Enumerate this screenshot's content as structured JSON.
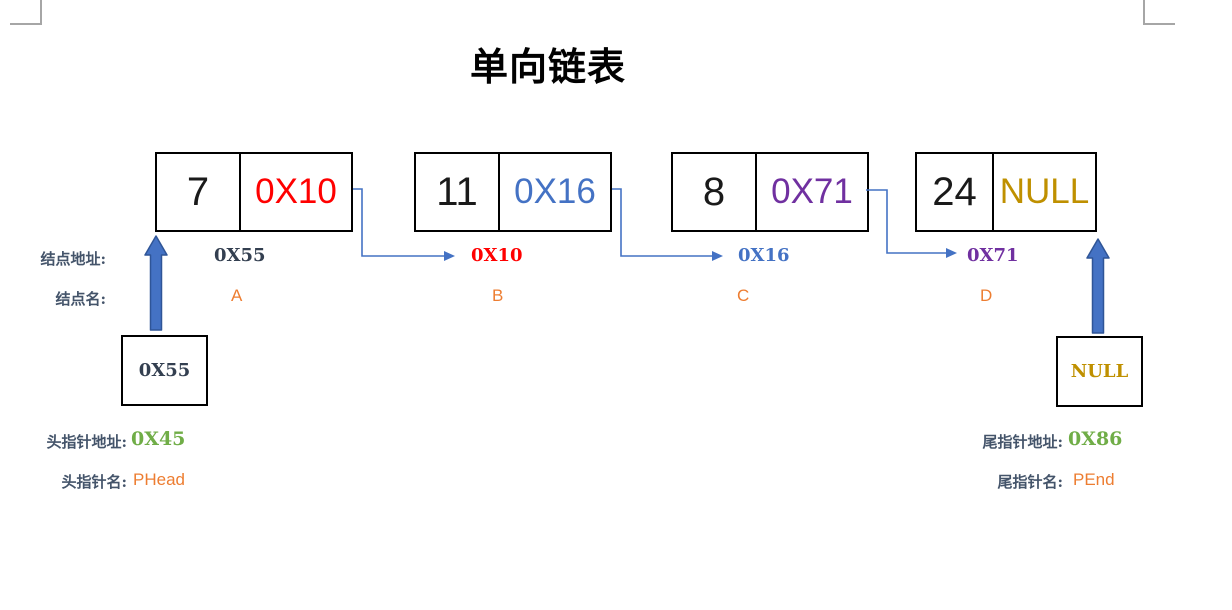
{
  "title": "单向链表",
  "colors": {
    "red": "#ff0000",
    "blue": "#4472c4",
    "purple": "#7030a0",
    "gold": "#bf9000",
    "orange": "#ed7d31",
    "green": "#70ad47",
    "slate_label": "#44546a",
    "dark_navy": "#333f50",
    "arrow_fill": "#4472c4",
    "arrow_border": "#2f5597"
  },
  "row_labels": {
    "node_address": "结点地址:",
    "node_name": "结点名:"
  },
  "nodes": [
    {
      "value": "7",
      "pointer": "0X10",
      "address": "0X55",
      "name": "A"
    },
    {
      "value": "11",
      "pointer": "0X16",
      "address": "0X10",
      "name": "B"
    },
    {
      "value": "8",
      "pointer": "0X71",
      "address": "0X16",
      "name": "C"
    },
    {
      "value": "24",
      "pointer": "NULL",
      "address": "0X71",
      "name": "D"
    }
  ],
  "head_pointer": {
    "box_value": "0X55",
    "address_label": "头指针地址:",
    "address": "0X45",
    "name_label": "头指针名:",
    "name": "PHead"
  },
  "tail_pointer": {
    "box_value": "NULL",
    "address_label": "尾指针地址:",
    "address": "0X86",
    "name_label": "尾指针名:",
    "name": "PEnd"
  }
}
